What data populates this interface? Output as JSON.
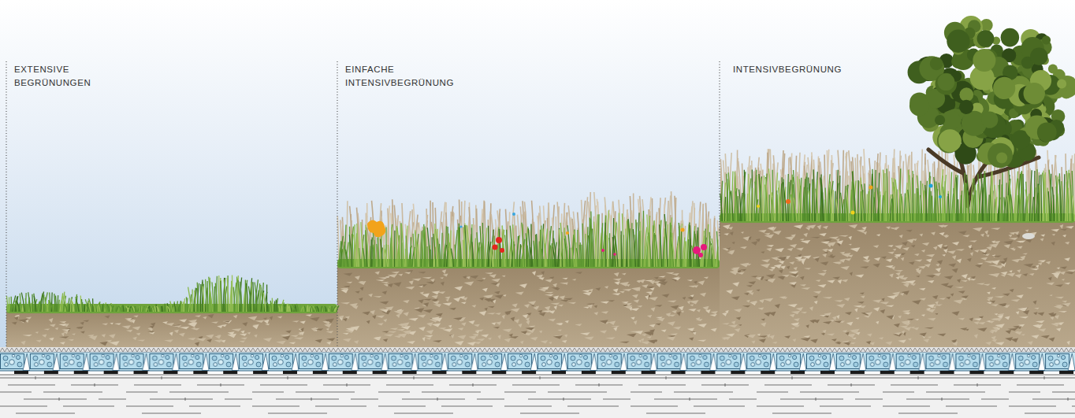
{
  "diagram": {
    "labels": [
      "EXTENSIVE BEGRÜNUNGEN",
      "EINFACHE INTENSIVBEGRÜNUNG",
      "INTENSIVBEGRÜNUNG"
    ]
  }
}
